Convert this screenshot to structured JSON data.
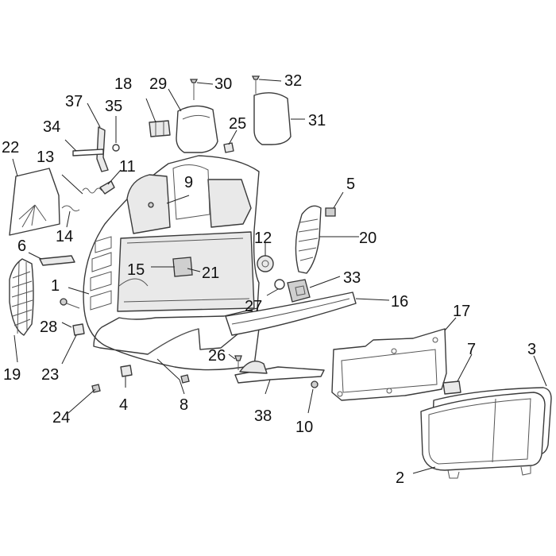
{
  "diagram": {
    "callouts": [
      {
        "id": "1",
        "label": "1"
      },
      {
        "id": "2",
        "label": "2"
      },
      {
        "id": "3",
        "label": "3"
      },
      {
        "id": "4",
        "label": "4"
      },
      {
        "id": "5",
        "label": "5"
      },
      {
        "id": "6",
        "label": "6"
      },
      {
        "id": "7",
        "label": "7"
      },
      {
        "id": "8",
        "label": "8"
      },
      {
        "id": "9",
        "label": "9"
      },
      {
        "id": "10",
        "label": "10"
      },
      {
        "id": "11",
        "label": "11"
      },
      {
        "id": "12",
        "label": "12"
      },
      {
        "id": "13",
        "label": "13"
      },
      {
        "id": "14",
        "label": "14"
      },
      {
        "id": "15",
        "label": "15"
      },
      {
        "id": "16",
        "label": "16"
      },
      {
        "id": "17",
        "label": "17"
      },
      {
        "id": "18",
        "label": "18"
      },
      {
        "id": "19",
        "label": "19"
      },
      {
        "id": "20",
        "label": "20"
      },
      {
        "id": "21",
        "label": "21"
      },
      {
        "id": "22",
        "label": "22"
      },
      {
        "id": "23",
        "label": "23"
      },
      {
        "id": "24",
        "label": "24"
      },
      {
        "id": "25",
        "label": "25"
      },
      {
        "id": "26",
        "label": "26"
      },
      {
        "id": "27",
        "label": "27"
      },
      {
        "id": "28",
        "label": "28"
      },
      {
        "id": "29",
        "label": "29"
      },
      {
        "id": "30",
        "label": "30"
      },
      {
        "id": "31",
        "label": "31"
      },
      {
        "id": "32",
        "label": "32"
      },
      {
        "id": "33",
        "label": "33"
      },
      {
        "id": "34",
        "label": "34"
      },
      {
        "id": "35",
        "label": "35"
      },
      {
        "id": "37",
        "label": "37"
      },
      {
        "id": "38",
        "label": "38"
      }
    ]
  }
}
